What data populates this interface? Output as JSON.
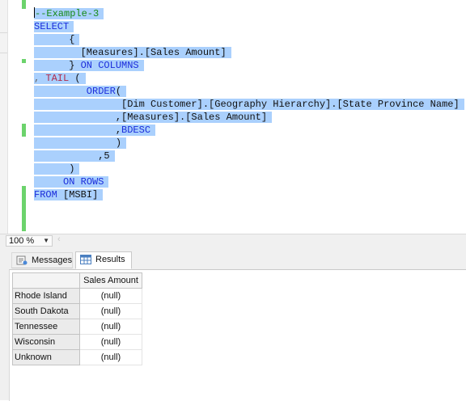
{
  "editor": {
    "lines": [
      [
        {
          "t": "--Example-3",
          "c": "comment"
        }
      ],
      [
        {
          "t": "SELECT",
          "c": "keyword"
        }
      ],
      [
        {
          "t": "      {",
          "c": "text"
        }
      ],
      [
        {
          "t": "        [Measures].[Sales Amount]",
          "c": "text"
        }
      ],
      [
        {
          "t": "      } ",
          "c": "text"
        },
        {
          "t": "ON COLUMNS",
          "c": "keyword"
        }
      ],
      [
        {
          "t": ", ",
          "c": "gray"
        },
        {
          "t": "TAIL",
          "c": "func"
        },
        {
          "t": " (",
          "c": "text"
        }
      ],
      [
        {
          "t": "         ORDER",
          "c": "keyword"
        },
        {
          "t": "(",
          "c": "text"
        }
      ],
      [
        {
          "t": "               [Dim Customer].[Geography Hierarchy].[State Province Name]",
          "c": "text"
        }
      ],
      [
        {
          "t": "              ,[Measures].[Sales Amount]",
          "c": "text"
        }
      ],
      [
        {
          "t": "              ,",
          "c": "text"
        },
        {
          "t": "BDESC",
          "c": "keyword"
        }
      ],
      [
        {
          "t": "              )",
          "c": "text"
        }
      ],
      [
        {
          "t": "           ,5",
          "c": "text"
        }
      ],
      [
        {
          "t": "      )",
          "c": "text"
        }
      ],
      [
        {
          "t": "     ",
          "c": "text"
        },
        {
          "t": "ON ROWS",
          "c": "keyword"
        }
      ],
      [
        {
          "t": "FROM",
          "c": "keyword"
        },
        {
          "t": " [MSBI]",
          "c": "text"
        }
      ]
    ]
  },
  "zoom": {
    "value": "100 %"
  },
  "tabs": {
    "messages": "Messages",
    "results": "Results"
  },
  "grid": {
    "column_header": "Sales Amount",
    "rows": [
      {
        "label": "Rhode Island",
        "value": "(null)"
      },
      {
        "label": "South Dakota",
        "value": "(null)"
      },
      {
        "label": "Tennessee",
        "value": "(null)"
      },
      {
        "label": "Wisconsin",
        "value": "(null)"
      },
      {
        "label": "Unknown",
        "value": "(null)"
      }
    ]
  },
  "colors": {
    "selection": "#aad0fd",
    "keyword": "#1b2ddb",
    "comment": "#168a16",
    "function": "#b02c4c",
    "change_marker": "#6cd36c"
  }
}
